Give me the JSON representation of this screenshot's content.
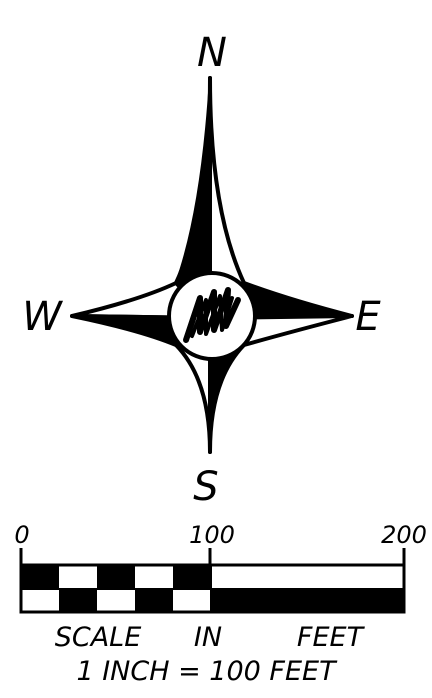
{
  "compass": {
    "north": "N",
    "south": "S",
    "east": "E",
    "west": "W"
  },
  "scale_bar": {
    "tick_labels": [
      "0",
      "100",
      "200"
    ],
    "caption_words": [
      "SCALE",
      "IN",
      "FEET"
    ],
    "ratio_text": "1 INCH = 100 FEET"
  },
  "colors": {
    "ink": "#000000",
    "paper": "#ffffff"
  }
}
